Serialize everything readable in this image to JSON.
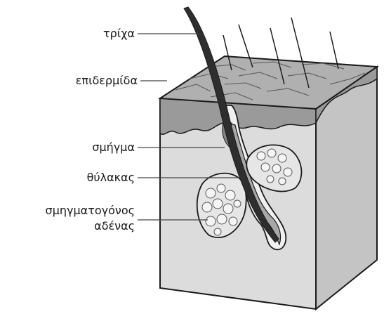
{
  "diagram": {
    "labels": {
      "hair": "τρίχα",
      "epidermis": "επιδερμίδα",
      "sebum": "σμήγμα",
      "follicle": "θύλακας",
      "gland_line1": "σμηγματογόνος",
      "gland_line2": "αδένας"
    },
    "colors": {
      "skin_top": "#b8b8b8",
      "skin_side": "#d2d2d2",
      "dermis": "#e6e6e6",
      "outline": "#1a1a1a",
      "hair": "#3a3a3a"
    }
  }
}
